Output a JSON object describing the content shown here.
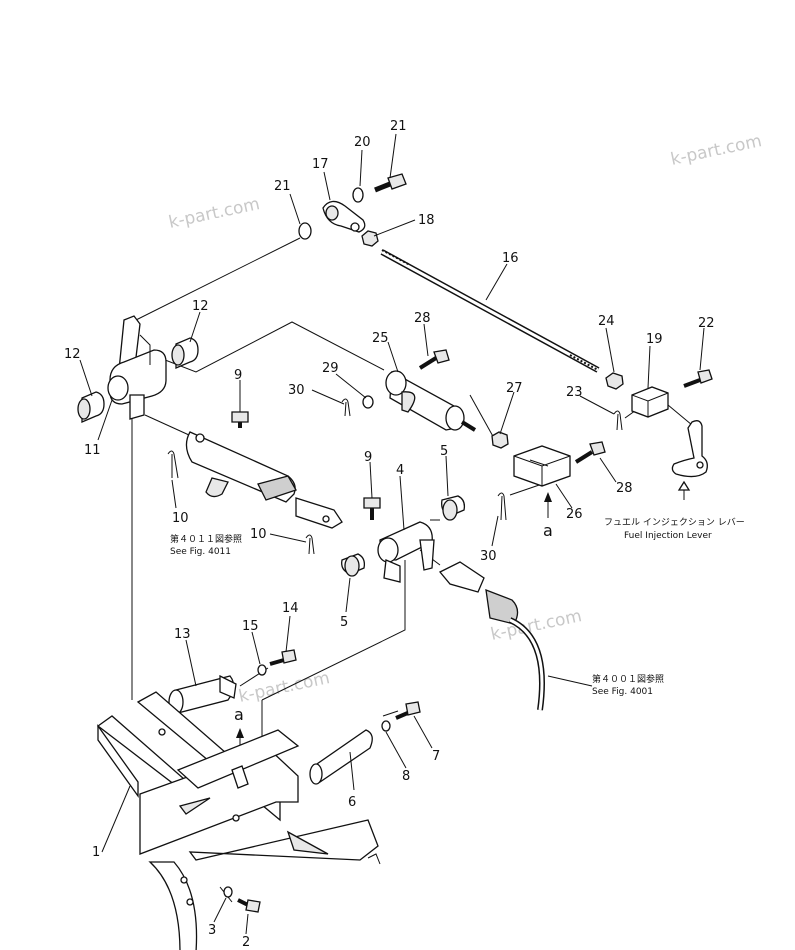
{
  "parts": [
    {
      "id": "p1",
      "label": "1"
    },
    {
      "id": "p2",
      "label": "2"
    },
    {
      "id": "p3",
      "label": "3"
    },
    {
      "id": "p4",
      "label": "4"
    },
    {
      "id": "p5a",
      "label": "5"
    },
    {
      "id": "p5b",
      "label": "5"
    },
    {
      "id": "p6",
      "label": "6"
    },
    {
      "id": "p7",
      "label": "7"
    },
    {
      "id": "p8",
      "label": "8"
    },
    {
      "id": "p9a",
      "label": "9"
    },
    {
      "id": "p9b",
      "label": "9"
    },
    {
      "id": "p10a",
      "label": "10"
    },
    {
      "id": "p10b",
      "label": "10"
    },
    {
      "id": "p11",
      "label": "11"
    },
    {
      "id": "p12a",
      "label": "12"
    },
    {
      "id": "p12b",
      "label": "12"
    },
    {
      "id": "p13",
      "label": "13"
    },
    {
      "id": "p14",
      "label": "14"
    },
    {
      "id": "p15",
      "label": "15"
    },
    {
      "id": "p16",
      "label": "16"
    },
    {
      "id": "p17",
      "label": "17"
    },
    {
      "id": "p18",
      "label": "18"
    },
    {
      "id": "p19",
      "label": "19"
    },
    {
      "id": "p20",
      "label": "20"
    },
    {
      "id": "p21a",
      "label": "21"
    },
    {
      "id": "p21b",
      "label": "21"
    },
    {
      "id": "p22",
      "label": "22"
    },
    {
      "id": "p23",
      "label": "23"
    },
    {
      "id": "p24",
      "label": "24"
    },
    {
      "id": "p25",
      "label": "25"
    },
    {
      "id": "p26",
      "label": "26"
    },
    {
      "id": "p27",
      "label": "27"
    },
    {
      "id": "p28a",
      "label": "28"
    },
    {
      "id": "p28b",
      "label": "28"
    },
    {
      "id": "p29",
      "label": "29"
    },
    {
      "id": "p30a",
      "label": "30"
    },
    {
      "id": "p30b",
      "label": "30"
    }
  ],
  "callouts": {
    "a_top": "a",
    "a_bottom": "a"
  },
  "notes": {
    "fig4011_jp": "第４０１１図参照",
    "fig4011_en": "See Fig. 4011",
    "fig4001_jp": "第４００１図参照",
    "fig4001_en": "See Fig. 4001",
    "fuel_jp": "フュエル インジェクション レバー",
    "fuel_en": "Fuel Injection Lever"
  },
  "watermarks": [
    "k-part.com",
    "k-part.com",
    "k-part.com",
    "k-part.com"
  ]
}
